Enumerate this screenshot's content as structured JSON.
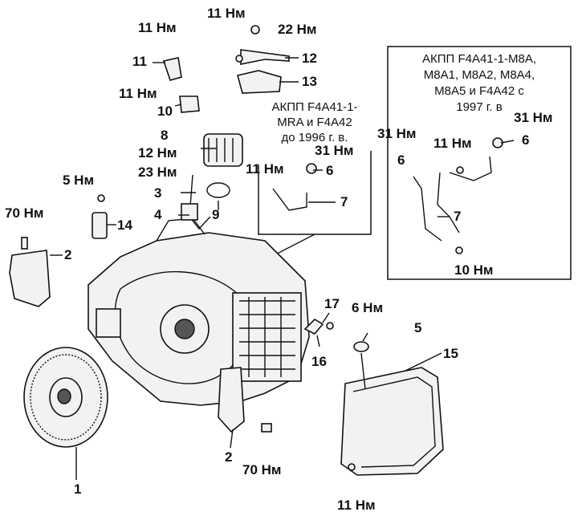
{
  "notes": {
    "mra": [
      "АКПП F4A41-1-",
      "MRA и F4A42",
      "до 1996 г. в."
    ],
    "m8a": [
      "АКПП F4A41-1-M8A,",
      "M8A1, M8A2, M8A4,",
      "M8A5 и F4A42 с",
      "1997 г. в"
    ]
  },
  "callouts": {
    "c1": "1",
    "c2a": "2",
    "c2b": "2",
    "c3": "3",
    "c4": "4",
    "c5a": "5",
    "c6a": "6",
    "c6b": "6",
    "c6c": "6",
    "c7a": "7",
    "c7b": "7",
    "c8": "8",
    "c9": "9",
    "c10": "10",
    "c11": "11",
    "c12": "12",
    "c13": "13",
    "c14": "14",
    "c15": "15",
    "c16": "16",
    "c17": "17"
  },
  "torques": {
    "t11_top": "11 Нм",
    "t22": "22 Нм",
    "t11_sensor": "11 Нм",
    "t11_10": "11 Нм",
    "t12": "12 Нм",
    "t23": "23 Нм",
    "t5": "5 Нм",
    "t70_left": "70 Нм",
    "t31_mra": "31 Нм",
    "t11_mra": "11 Нм",
    "t31_m8a_l": "31 Нм",
    "t11_m8a": "11 Нм",
    "t31_m8a_r": "31 Нм",
    "t10": "10 Нм",
    "t6": "6 Нм",
    "t70_bottom": "70 Нм",
    "t11_bottom": "11 Нм"
  }
}
